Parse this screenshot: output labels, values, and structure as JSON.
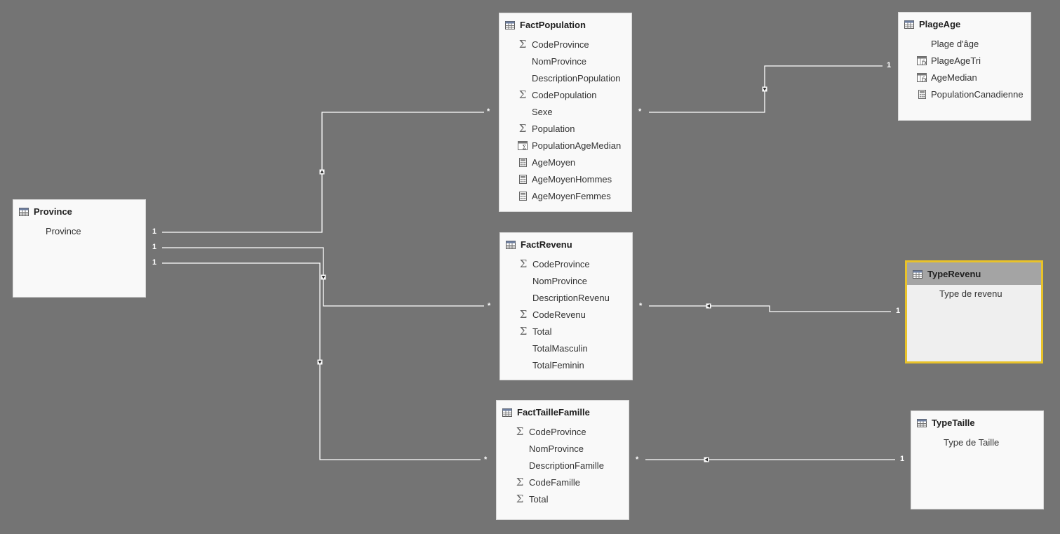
{
  "tables": {
    "province": {
      "name": "Province",
      "fields": [
        {
          "label": "Province",
          "icon": "none"
        }
      ]
    },
    "factPopulation": {
      "name": "FactPopulation",
      "fields": [
        {
          "label": "CodeProvince",
          "icon": "sigma-icon"
        },
        {
          "label": "NomProvince",
          "icon": "none"
        },
        {
          "label": "DescriptionPopulation",
          "icon": "none"
        },
        {
          "label": "CodePopulation",
          "icon": "sigma-icon"
        },
        {
          "label": "Sexe",
          "icon": "none"
        },
        {
          "label": "Population",
          "icon": "sigma-icon"
        },
        {
          "label": "PopulationAgeMedian",
          "icon": "calculated-sum-icon"
        },
        {
          "label": "AgeMoyen",
          "icon": "calculator-icon"
        },
        {
          "label": "AgeMoyenHommes",
          "icon": "calculator-icon"
        },
        {
          "label": "AgeMoyenFemmes",
          "icon": "calculator-icon"
        }
      ]
    },
    "plageAge": {
      "name": "PlageAge",
      "fields": [
        {
          "label": "Plage d'âge",
          "icon": "none"
        },
        {
          "label": "PlageAgeTri",
          "icon": "calculated-column-icon"
        },
        {
          "label": "AgeMedian",
          "icon": "calculated-column-icon"
        },
        {
          "label": "PopulationCanadienne",
          "icon": "calculator-icon"
        }
      ]
    },
    "factRevenu": {
      "name": "FactRevenu",
      "fields": [
        {
          "label": "CodeProvince",
          "icon": "sigma-icon"
        },
        {
          "label": "NomProvince",
          "icon": "none"
        },
        {
          "label": "DescriptionRevenu",
          "icon": "none"
        },
        {
          "label": "CodeRevenu",
          "icon": "sigma-icon"
        },
        {
          "label": "Total",
          "icon": "sigma-icon"
        },
        {
          "label": "TotalMasculin",
          "icon": "none"
        },
        {
          "label": "TotalFeminin",
          "icon": "none"
        }
      ]
    },
    "typeRevenu": {
      "name": "TypeRevenu",
      "fields": [
        {
          "label": "Type de revenu",
          "icon": "none"
        }
      ]
    },
    "factTailleFamille": {
      "name": "FactTailleFamille",
      "fields": [
        {
          "label": "CodeProvince",
          "icon": "sigma-icon"
        },
        {
          "label": "NomProvince",
          "icon": "none"
        },
        {
          "label": "DescriptionFamille",
          "icon": "none"
        },
        {
          "label": "CodeFamille",
          "icon": "sigma-icon"
        },
        {
          "label": "Total",
          "icon": "sigma-icon"
        }
      ]
    },
    "typeTaille": {
      "name": "TypeTaille",
      "fields": [
        {
          "label": "Type de Taille",
          "icon": "none"
        }
      ]
    }
  },
  "cardinality": {
    "one": "1",
    "many": "*"
  },
  "colors": {
    "canvas": "#747474",
    "selected_border": "#e8c22a",
    "line": "#ffffff"
  }
}
